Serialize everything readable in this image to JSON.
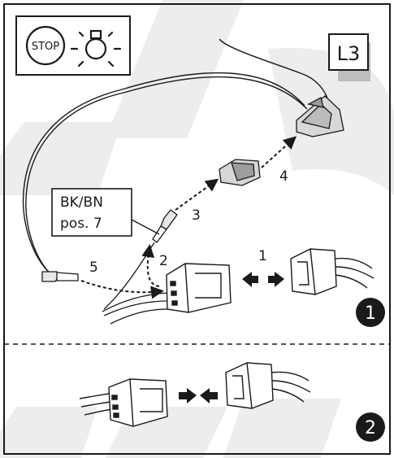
{
  "badge": {
    "stop_label": "STOP"
  },
  "location_code": "L3",
  "wire_callout": {
    "line1": "BK/BN",
    "line2": "pos. 7"
  },
  "steps": [
    "1",
    "2",
    "3",
    "4",
    "5"
  ],
  "panels": [
    {
      "number": "1"
    },
    {
      "number": "2"
    }
  ],
  "colors": {
    "ink": "#1a1a1a",
    "watermark": "#ececec",
    "panel_badge": "#1a1a1a",
    "shadow": "#bdbdbd"
  }
}
